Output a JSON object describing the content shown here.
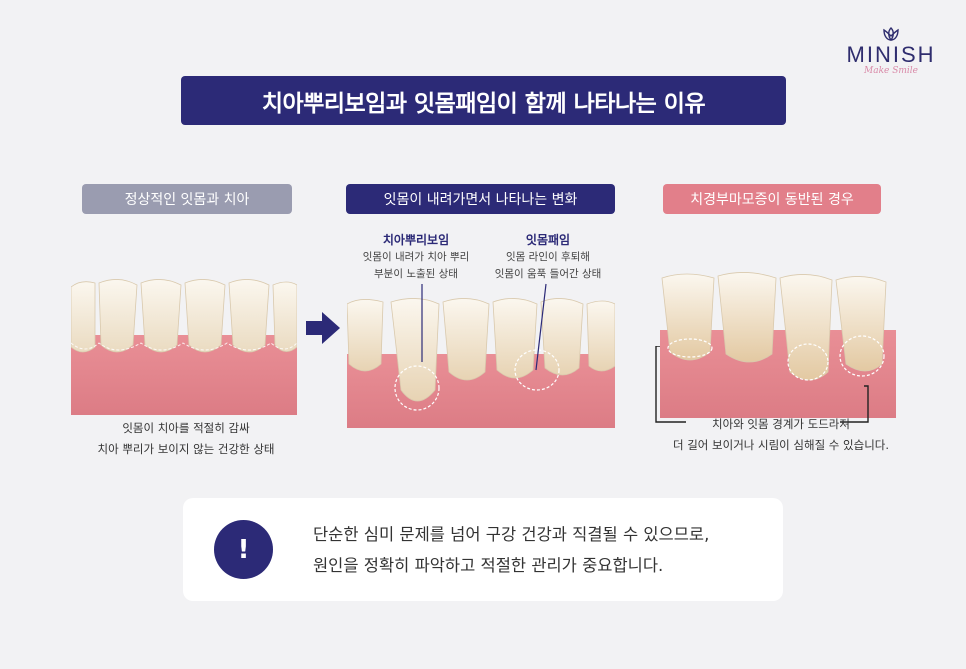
{
  "logo": {
    "brand": "MINISH",
    "tagline": "Make Smile"
  },
  "title": "치아뿌리보임과 잇몸패임이 함께 나타나는 이유",
  "stages": [
    {
      "pill": "정상적인 잇몸과 치아",
      "pill_color": "#9a9cb0",
      "caption_lines": [
        "잇몸이 치아를 적절히 감싸",
        "치아 뿌리가 보이지 않는 건강한 상태"
      ]
    },
    {
      "pill": "잇몸이 내려가면서 나타나는 변화",
      "pill_color": "#2c2a77",
      "callouts": [
        {
          "title": "치아뿌리보임",
          "lines": [
            "잇몸이 내려가 치아 뿌리",
            "부분이 노출된 상태"
          ]
        },
        {
          "title": "잇몸패임",
          "lines": [
            "잇몸 라인이 후퇴해",
            "잇몸이 움푹 들어간 상태"
          ]
        }
      ]
    },
    {
      "pill": "치경부마모증이 동반된 경우",
      "pill_color": "#e27f8a",
      "caption_lines": [
        "치아와 잇몸 경계가 도드라져",
        "더 길어 보이거나 시림이 심해질 수 있습니다."
      ]
    }
  ],
  "notice": {
    "badge": "!",
    "lines": [
      "단순한 심미 문제를 넘어 구강 건강과 직결될 수 있으므로,",
      "원인을 정확히 파악하고 적절한 관리가 중요합니다."
    ]
  },
  "colors": {
    "navy": "#2c2a77",
    "gray_pill": "#9a9cb0",
    "pink_pill": "#e27f8a",
    "gum": "#e48c92",
    "tooth": "#f3ead8"
  }
}
